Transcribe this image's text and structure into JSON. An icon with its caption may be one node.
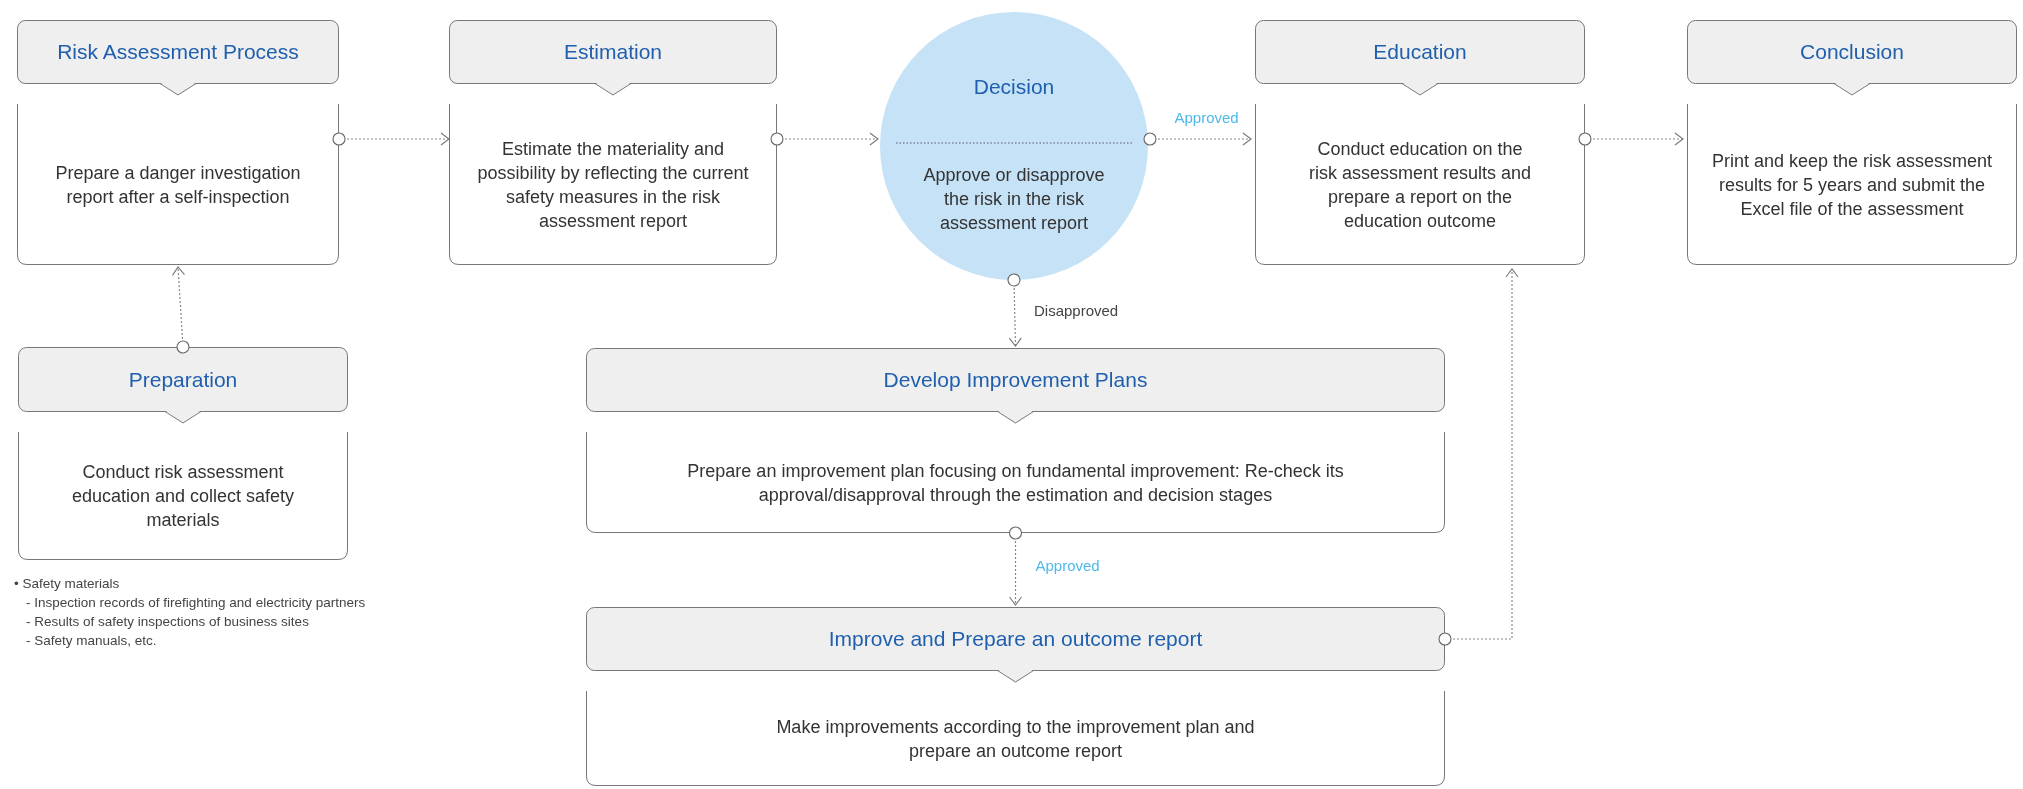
{
  "diagram": {
    "nodes": [
      {
        "text": [
          "Risk Assessment Process",
          "Prepare a danger investigation report after a self-inspection"
        ]
      },
      {
        "text": [
          "Estimation",
          "Estimate the materiality and possibility by reflecting the current safety measures in the risk assessment report"
        ]
      },
      {
        "text": [
          "Decision",
          "Approve or disapprove the risk in the risk assessment report"
        ]
      },
      {
        "text": [
          "Education",
          "Conduct education on the risk assessment results and prepare a report on the education outcome"
        ]
      },
      {
        "text": [
          "Conclusion",
          "Print and keep the risk assessment results for 5 years and submit the Excel file of the assessment"
        ]
      },
      {
        "text": [
          "Preparation",
          "Conduct risk assessment education and collect safety materials"
        ]
      },
      {
        "text": [
          "Develop Improvement Plans",
          "Prepare an improvement plan focusing on fundamental improvement: Re-check its approval/disapproval through the estimation and decision stages"
        ]
      },
      {
        "text": [
          "Improve and Prepare an outcome report",
          "Make improvements according to the improvement plan and prepare an outcome report"
        ]
      }
    ],
    "edges": [
      {
        "from": 0,
        "to": 1,
        "arrow": "to"
      },
      {
        "from": 1,
        "to": 2,
        "arrow": "to"
      },
      {
        "from": 2,
        "to": 3,
        "arrow": "to",
        "label": "Approved"
      },
      {
        "from": 3,
        "to": 4,
        "arrow": "to"
      },
      {
        "from": 5,
        "to": 0,
        "arrow": "to"
      },
      {
        "from": 2,
        "to": 6,
        "arrow": "to",
        "label": "Disapproved"
      },
      {
        "from": 6,
        "to": 7,
        "arrow": "to",
        "label": "Approved"
      },
      {
        "from": 7,
        "to": 3,
        "arrow": "to"
      }
    ],
    "labels": [
      "• Safety materials",
      "- Inspection records of firefighting and electricity partners",
      "- Results of safety inspections of business sites",
      "- Safety manuals, etc."
    ]
  }
}
